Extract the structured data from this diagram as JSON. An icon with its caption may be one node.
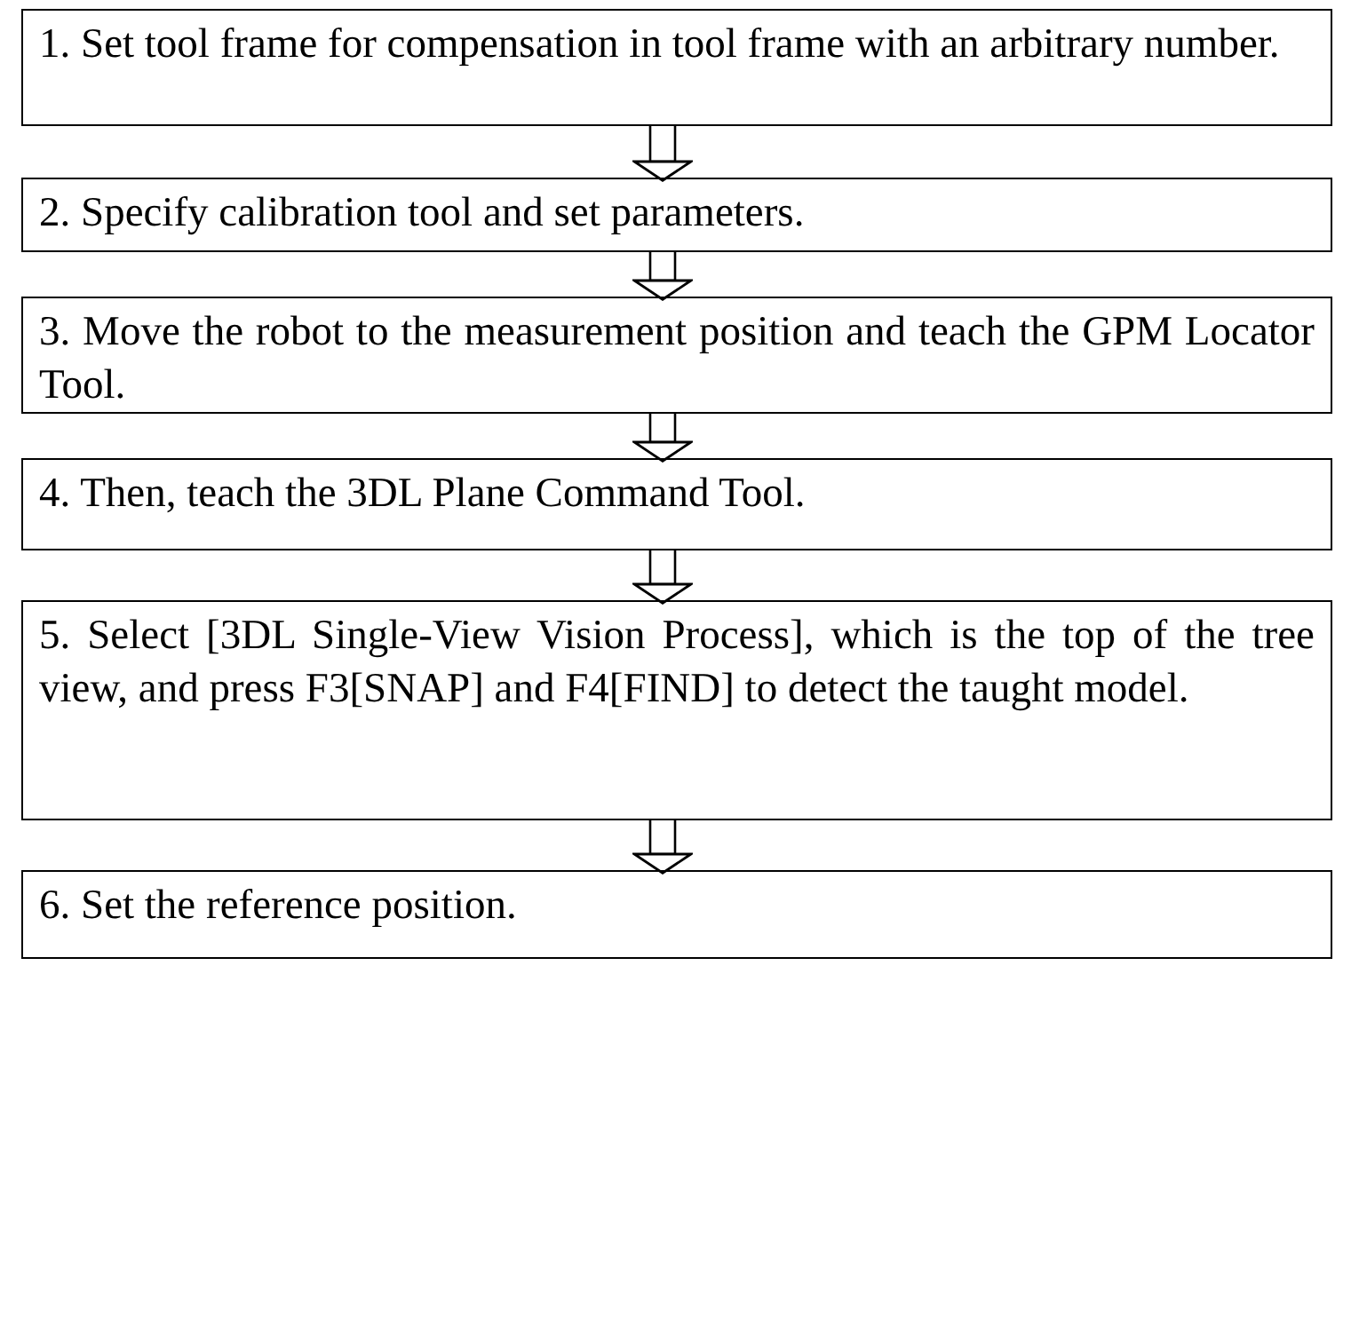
{
  "diagram": {
    "nodes": [
      {
        "text": [
          "1. Set tool frame for compensation in tool frame with an arbitrary number."
        ]
      },
      {
        "text": [
          "2. Specify calibration tool and set parameters."
        ]
      },
      {
        "text": [
          "3. Move the robot to the measurement position and teach the GPM Locator Tool."
        ]
      },
      {
        "text": [
          "4. Then, teach the 3DL Plane Command Tool."
        ]
      },
      {
        "text": [
          "5. Select [3DL Single-View Vision Process], which is the top of the tree view, and press F3[SNAP] and F4[FIND] to detect the taught model."
        ]
      },
      {
        "text": [
          "6. Set the reference position."
        ]
      }
    ],
    "edges": [
      {
        "from": 0,
        "to": 1,
        "arrow": "to"
      },
      {
        "from": 1,
        "to": 2,
        "arrow": "to"
      },
      {
        "from": 2,
        "to": 3,
        "arrow": "to"
      },
      {
        "from": 3,
        "to": 4,
        "arrow": "to"
      },
      {
        "from": 4,
        "to": 5,
        "arrow": "to"
      }
    ]
  }
}
